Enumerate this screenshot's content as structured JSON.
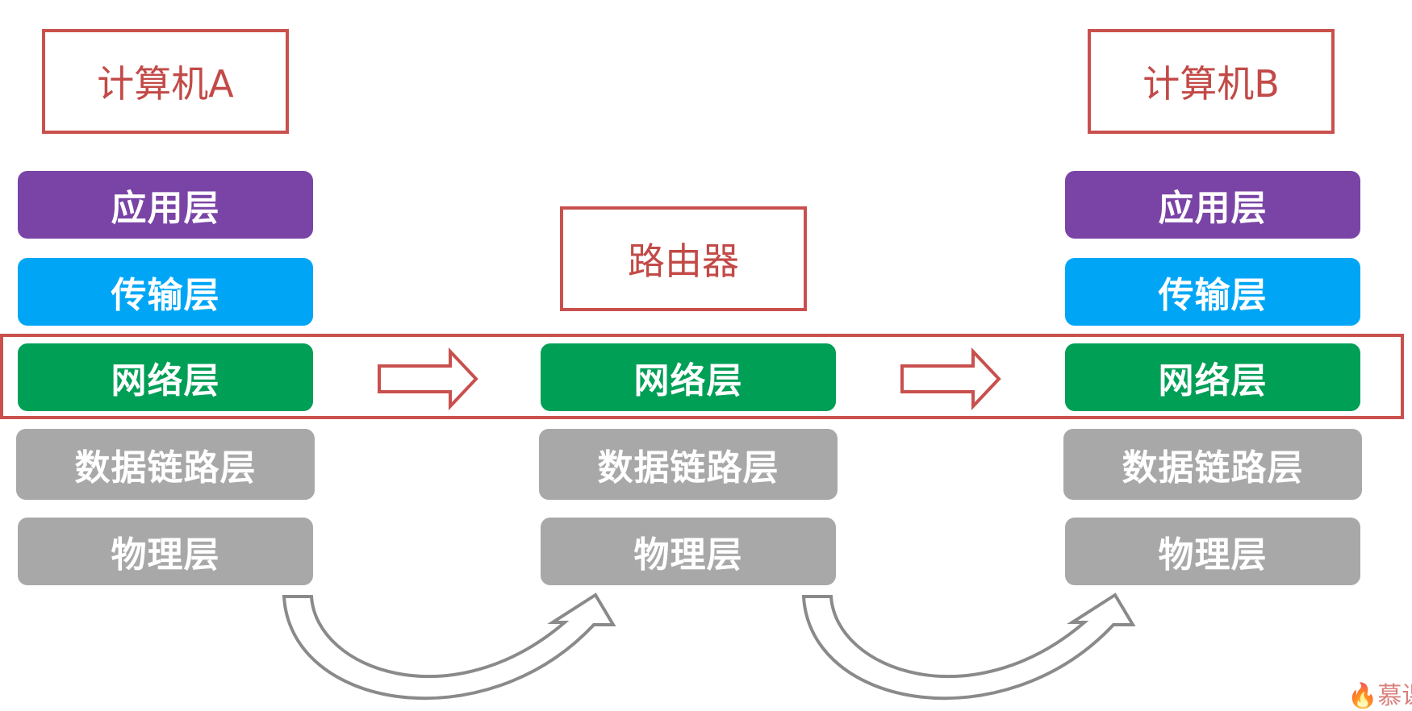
{
  "devices": {
    "computer_a": "计算机A",
    "router": "路由器",
    "computer_b": "计算机B"
  },
  "stack_a": {
    "app": "应用层",
    "transport": "传输层",
    "network": "网络层",
    "datalink": "数据链路层",
    "physical": "物理层"
  },
  "stack_router": {
    "network": "网络层",
    "datalink": "数据链路层",
    "physical": "物理层"
  },
  "stack_b": {
    "app": "应用层",
    "transport": "传输层",
    "network": "网络层",
    "datalink": "数据链路层",
    "physical": "物理层"
  },
  "colors": {
    "accent_red": "#c9504d",
    "app": "#7a44a6",
    "transport": "#00a6f5",
    "network": "#009f56",
    "lower": "#a8a8a8",
    "curve_arrow": "#8a8a8a"
  },
  "watermark": "慕课"
}
